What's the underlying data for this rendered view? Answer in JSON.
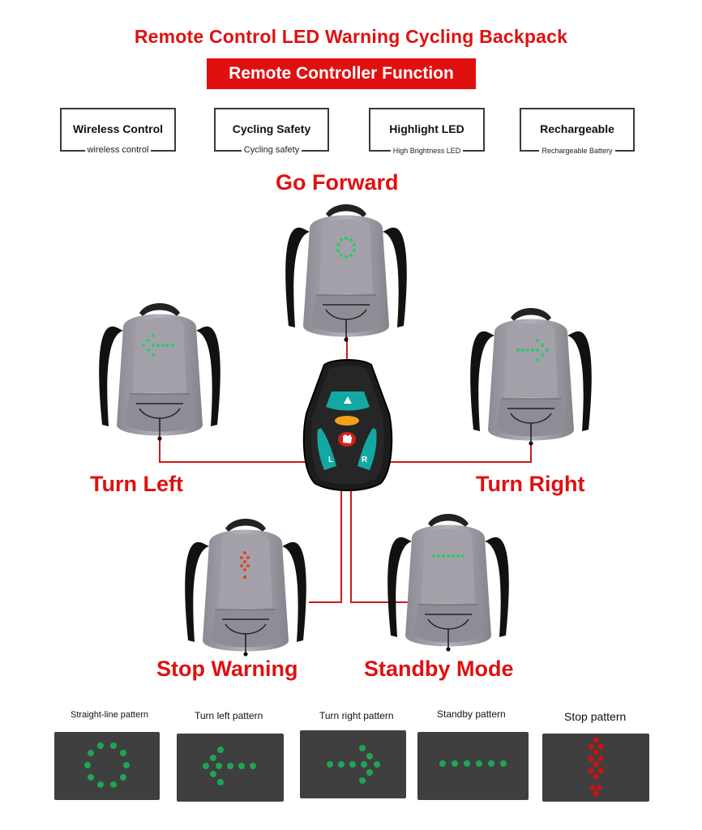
{
  "header": {
    "title": "Remote Control LED Warning Cycling Backpack",
    "subtitle": "Remote Controller Function"
  },
  "features": [
    {
      "title": "Wireless Control",
      "subtitle": "wireless control"
    },
    {
      "title": "Cycling Safety",
      "subtitle": "Cycling safety"
    },
    {
      "title": "Highlight LED",
      "subtitle": "High Brightness LED"
    },
    {
      "title": "Rechargeable",
      "subtitle": "Rechargeable Battery"
    }
  ],
  "modes": {
    "go_forward": "Go Forward",
    "turn_left": "Turn Left",
    "turn_right": "Turn Right",
    "stop_warning": "Stop Warning",
    "standby_mode": "Standby Mode"
  },
  "remote": {
    "left_key": "L",
    "right_key": "R"
  },
  "patterns": [
    {
      "title": "Straight-line pattern"
    },
    {
      "title": "Turn left pattern"
    },
    {
      "title": "Turn right pattern"
    },
    {
      "title": "Standby pattern"
    },
    {
      "title": "Stop pattern"
    }
  ],
  "colors": {
    "accent": "#e01010",
    "led_green": "#2db85c",
    "led_red": "#d61c1c",
    "remote_teal": "#13a9a4",
    "panel_bg": "#3f3f3f"
  }
}
